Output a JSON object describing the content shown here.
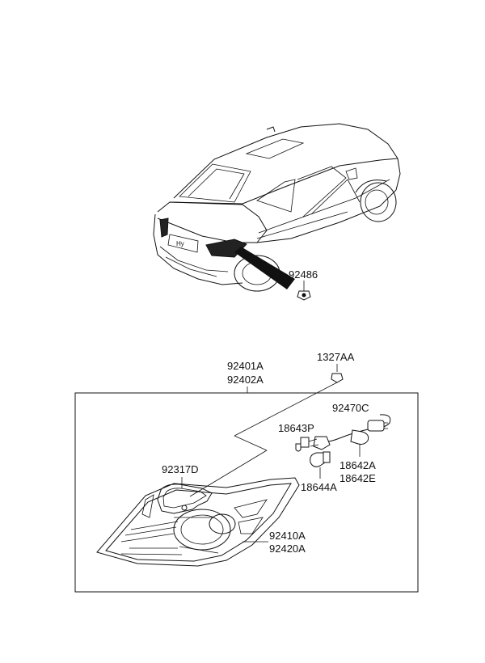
{
  "labels": {
    "bolt": "92486",
    "assy_1": "92401A",
    "assy_2": "92402A",
    "screw": "1327AA",
    "socket": "92470C",
    "bulb_small": "18643P",
    "bulb_a": "18642A",
    "bulb_e": "18642E",
    "bulb_med": "18644A",
    "gasket": "92317D",
    "lens_1": "92410A",
    "lens_2": "92420A"
  }
}
